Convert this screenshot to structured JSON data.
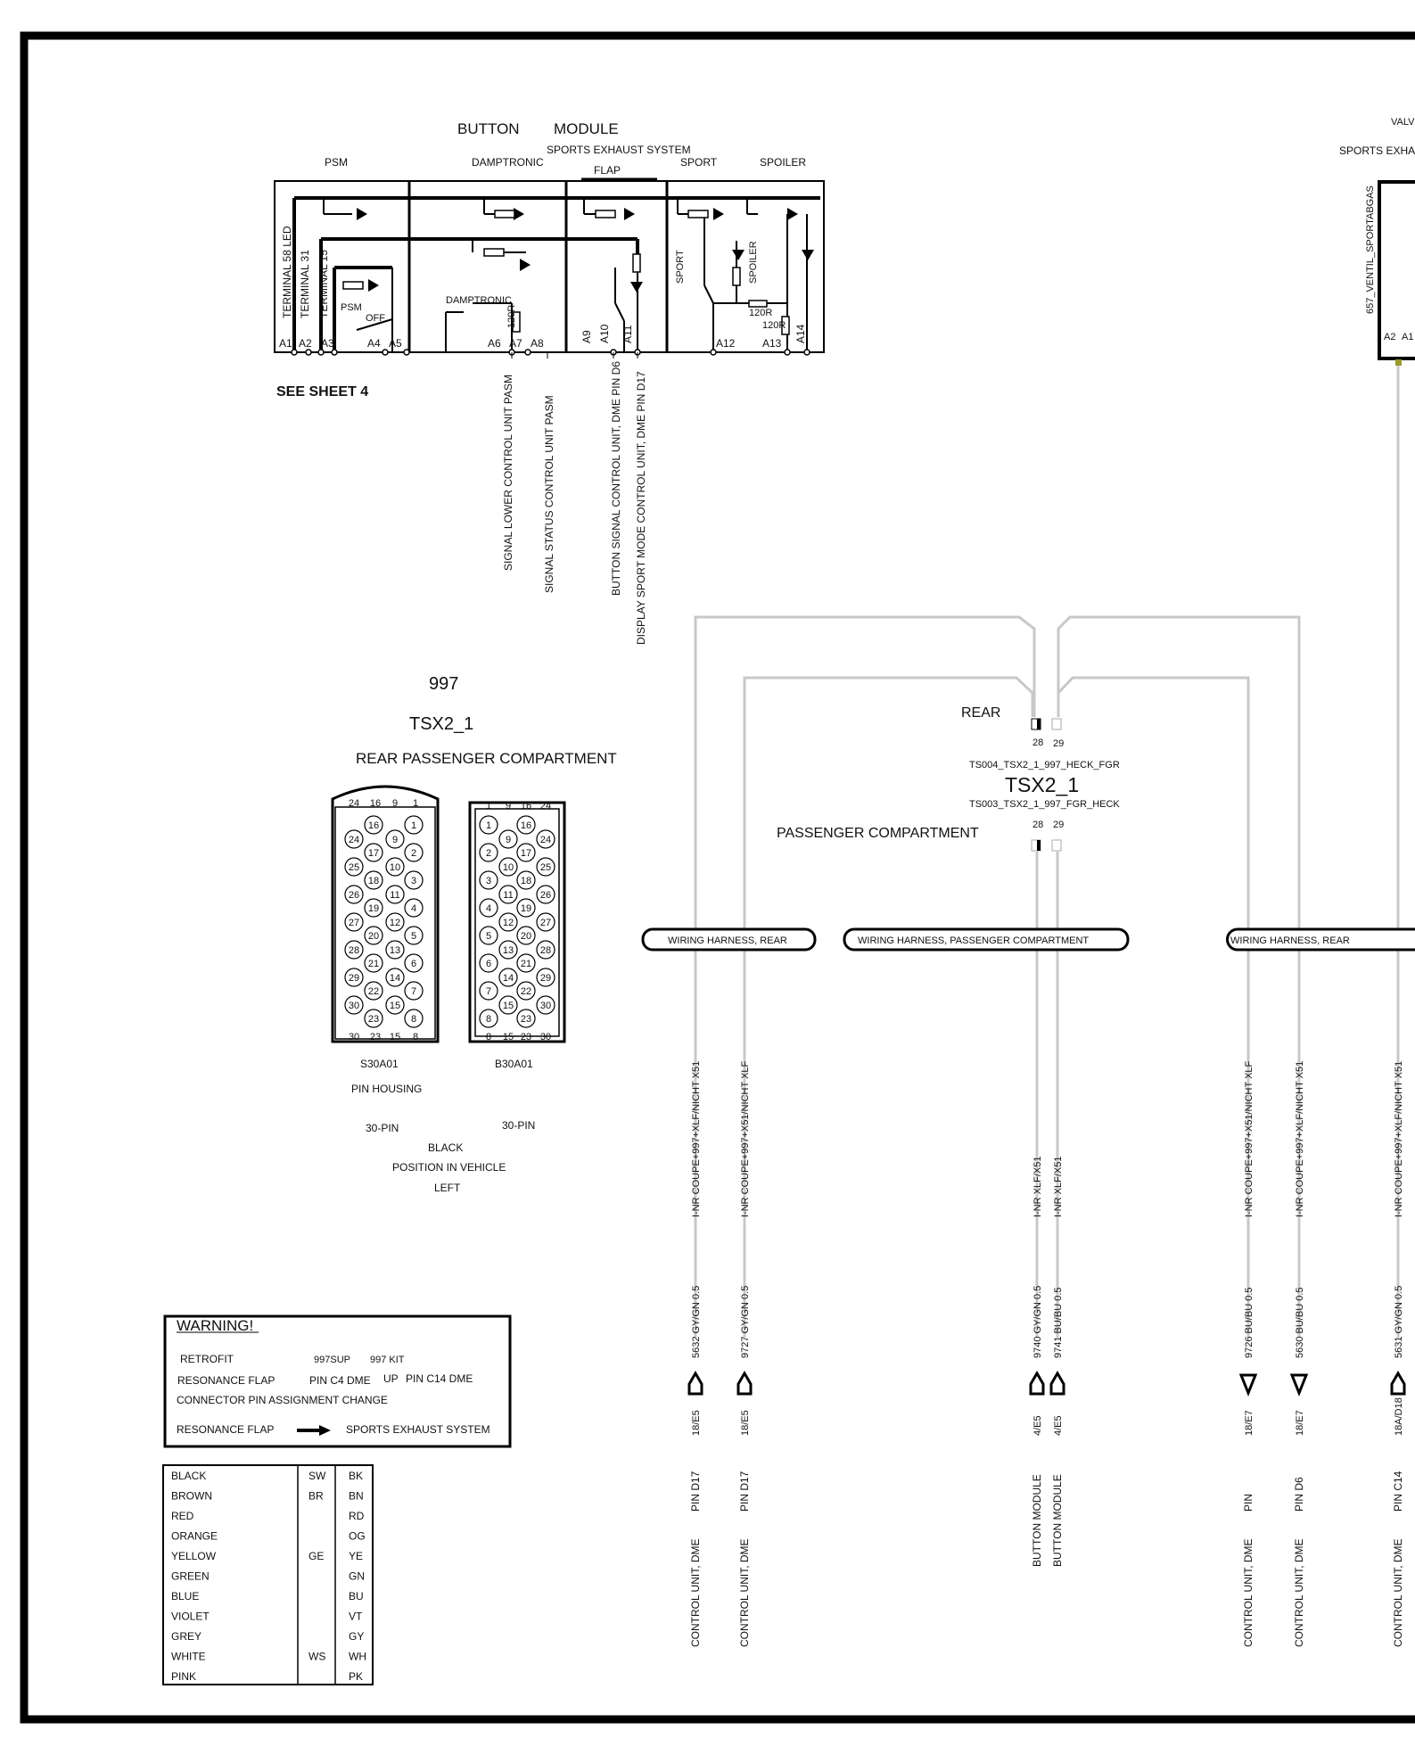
{
  "button_module": {
    "title_a": "BUTTON",
    "title_b": "MODULE",
    "subtitle": "SPORTS EXHAUST SYSTEM",
    "sections": [
      "PSM",
      "DAMPTRONIC",
      "FLAP",
      "SPORT",
      "SPOILER"
    ],
    "rot_labels": [
      "TERMINAL 58 LED",
      "TERMINAL 31",
      "TERMINAL 15",
      "SPORT",
      "SPOILER"
    ],
    "inner_labels": [
      "PSM",
      "OFF",
      "DAMPTRONIC",
      "120R",
      "120R",
      "120R"
    ],
    "pins": [
      "A1",
      "A2",
      "A3",
      "A4",
      "A5",
      "A6",
      "A7",
      "A8",
      "A9",
      "A10",
      "A11",
      "A12",
      "A13",
      "A14"
    ],
    "see_sheet": "SEE SHEET 4",
    "signals": [
      "SIGNAL   LOWER   CONTROL UNIT  PASM",
      "SIGNAL   STATUS   CONTROL UNIT  PASM",
      "BUTTON   SIGNAL   CONTROL UNIT, DME   PIN D6",
      "DISPLAY   SPORT MODE  CONTROL UNIT, DME   PIN D17"
    ]
  },
  "valve": {
    "label_top": "VALV",
    "label_sub": "SPORTS EXHAU",
    "rot_label": "657_VENTIL_SPORTABGAS",
    "pins": [
      "A2",
      "A1"
    ]
  },
  "connector_info": {
    "model": "997",
    "name": "TSX2_1",
    "location": "REAR PASSENGER COMPARTMENT",
    "housings": [
      {
        "part": "S30A01",
        "note": "PIN HOUSING",
        "pins": "30-PIN"
      },
      {
        "part": "B30A01",
        "pins": "30-PIN"
      }
    ],
    "color": "BLACK",
    "position_label": "POSITION IN VEHICLE",
    "position_value": "LEFT",
    "left_header_numbers": [
      "24",
      "16",
      "9",
      "1"
    ],
    "left_footer_numbers": [
      "30",
      "23",
      "15",
      "8"
    ],
    "right_header_numbers": [
      "1",
      "9",
      "16",
      "24"
    ],
    "right_footer_numbers": [
      "8",
      "15",
      "23",
      "30"
    ],
    "left_columns": [
      [
        "24",
        "25",
        "26",
        "27",
        "28",
        "29",
        "30"
      ],
      [
        "16",
        "17",
        "18",
        "19",
        "20",
        "21",
        "22",
        "23"
      ],
      [
        "9",
        "10",
        "11",
        "12",
        "13",
        "14",
        "15"
      ],
      [
        "1",
        "2",
        "3",
        "4",
        "5",
        "6",
        "7",
        "8"
      ]
    ],
    "right_columns": [
      [
        "1",
        "2",
        "3",
        "4",
        "5",
        "6",
        "7",
        "8"
      ],
      [
        "9",
        "10",
        "11",
        "12",
        "13",
        "14",
        "15"
      ],
      [
        "16",
        "17",
        "18",
        "19",
        "20",
        "21",
        "22",
        "23"
      ],
      [
        "24",
        "25",
        "26",
        "27",
        "28",
        "29",
        "30"
      ]
    ]
  },
  "splice": {
    "rear": "REAR",
    "pins_top": [
      "28",
      "29"
    ],
    "code_top": "TS004_TSX2_1_997_HECK_FGR",
    "name": "TSX2_1",
    "code_bottom": "TS003_TSX2_1_997_FGR_HECK",
    "pins_bottom": [
      "28",
      "29"
    ],
    "passenger": "PASSENGER COMPARTMENT"
  },
  "harness_labels": [
    "WIRING HARNESS, REAR",
    "WIRING HARNESS, PASSENGER COMPARTMENT",
    "WIRING HARNESS, REAR"
  ],
  "wires": [
    {
      "cond": "I-NR COUPE+997+XLF/NICHT X51",
      "spec": "5632 GY/GN 0.5",
      "ref": "18/E5",
      "pin": "PIN D17",
      "dest": "CONTROL UNIT, DME"
    },
    {
      "cond": "I-NR COUPE+997+X51/NICHT XLF",
      "spec": "9727 GY/GN 0.5",
      "ref": "18/E5",
      "pin": "PIN D17",
      "dest": "CONTROL UNIT, DME"
    },
    {
      "cond": "I-NR XLF/X51",
      "spec": "9740 GY/GN 0.5",
      "ref": "4/E5",
      "pin": "",
      "dest": "BUTTON MODULE"
    },
    {
      "cond": "I-NR XLF/X51",
      "spec": "9741 BU/BU 0.5",
      "ref": "4/E5",
      "pin": "",
      "dest": "BUTTON MODULE"
    },
    {
      "cond": "I-NR COUPE+997+X51/NICHT XLF",
      "spec": "9726 BU/BU 0.5",
      "ref": "18/E7",
      "pin": "PIN",
      "dest": "CONTROL UNIT, DME"
    },
    {
      "cond": "I-NR COUPE+997+XLF/NICHT X51",
      "spec": "5630 BU/BU 0.5",
      "ref": "18/E7",
      "pin": "PIN D6",
      "dest": "CONTROL UNIT, DME"
    },
    {
      "cond": "I-NR COUPE+997+XLF/NICHT X51",
      "spec": "5631 GY/GN 0.5",
      "ref": "18A/D18",
      "pin": "PIN C14",
      "dest": "CONTROL UNIT, DME"
    }
  ],
  "warning": {
    "title": "WARNING!",
    "retrofit": "RETROFIT",
    "col_a": "997SUP",
    "col_b": "997 KIT",
    "flap_label": "RESONANCE FLAP",
    "flap_a": "PIN C4 DME",
    "flap_up": "UP",
    "flap_b": "PIN C14 DME",
    "change": "CONNECTOR PIN ASSIGNMENT CHANGE",
    "arrow_from": "RESONANCE FLAP",
    "arrow_to": "SPORTS EXHAUST SYSTEM"
  },
  "color_table": [
    {
      "name": "BLACK",
      "de": "SW",
      "en": "BK"
    },
    {
      "name": "BROWN",
      "de": "BR",
      "en": "BN"
    },
    {
      "name": "RED",
      "de": "",
      "en": "RD"
    },
    {
      "name": "ORANGE",
      "de": "",
      "en": "OG"
    },
    {
      "name": "YELLOW",
      "de": "GE",
      "en": "YE"
    },
    {
      "name": "GREEN",
      "de": "",
      "en": "GN"
    },
    {
      "name": "BLUE",
      "de": "",
      "en": "BU"
    },
    {
      "name": "VIOLET",
      "de": "",
      "en": "VT"
    },
    {
      "name": "GREY",
      "de": "",
      "en": "GY"
    },
    {
      "name": "WHITE",
      "de": "WS",
      "en": "WH"
    },
    {
      "name": "PINK",
      "de": "",
      "en": "PK"
    }
  ],
  "colors": {
    "wire": "#c8c8c8",
    "line": "#000000",
    "valve_pin": "#9a9a30"
  }
}
